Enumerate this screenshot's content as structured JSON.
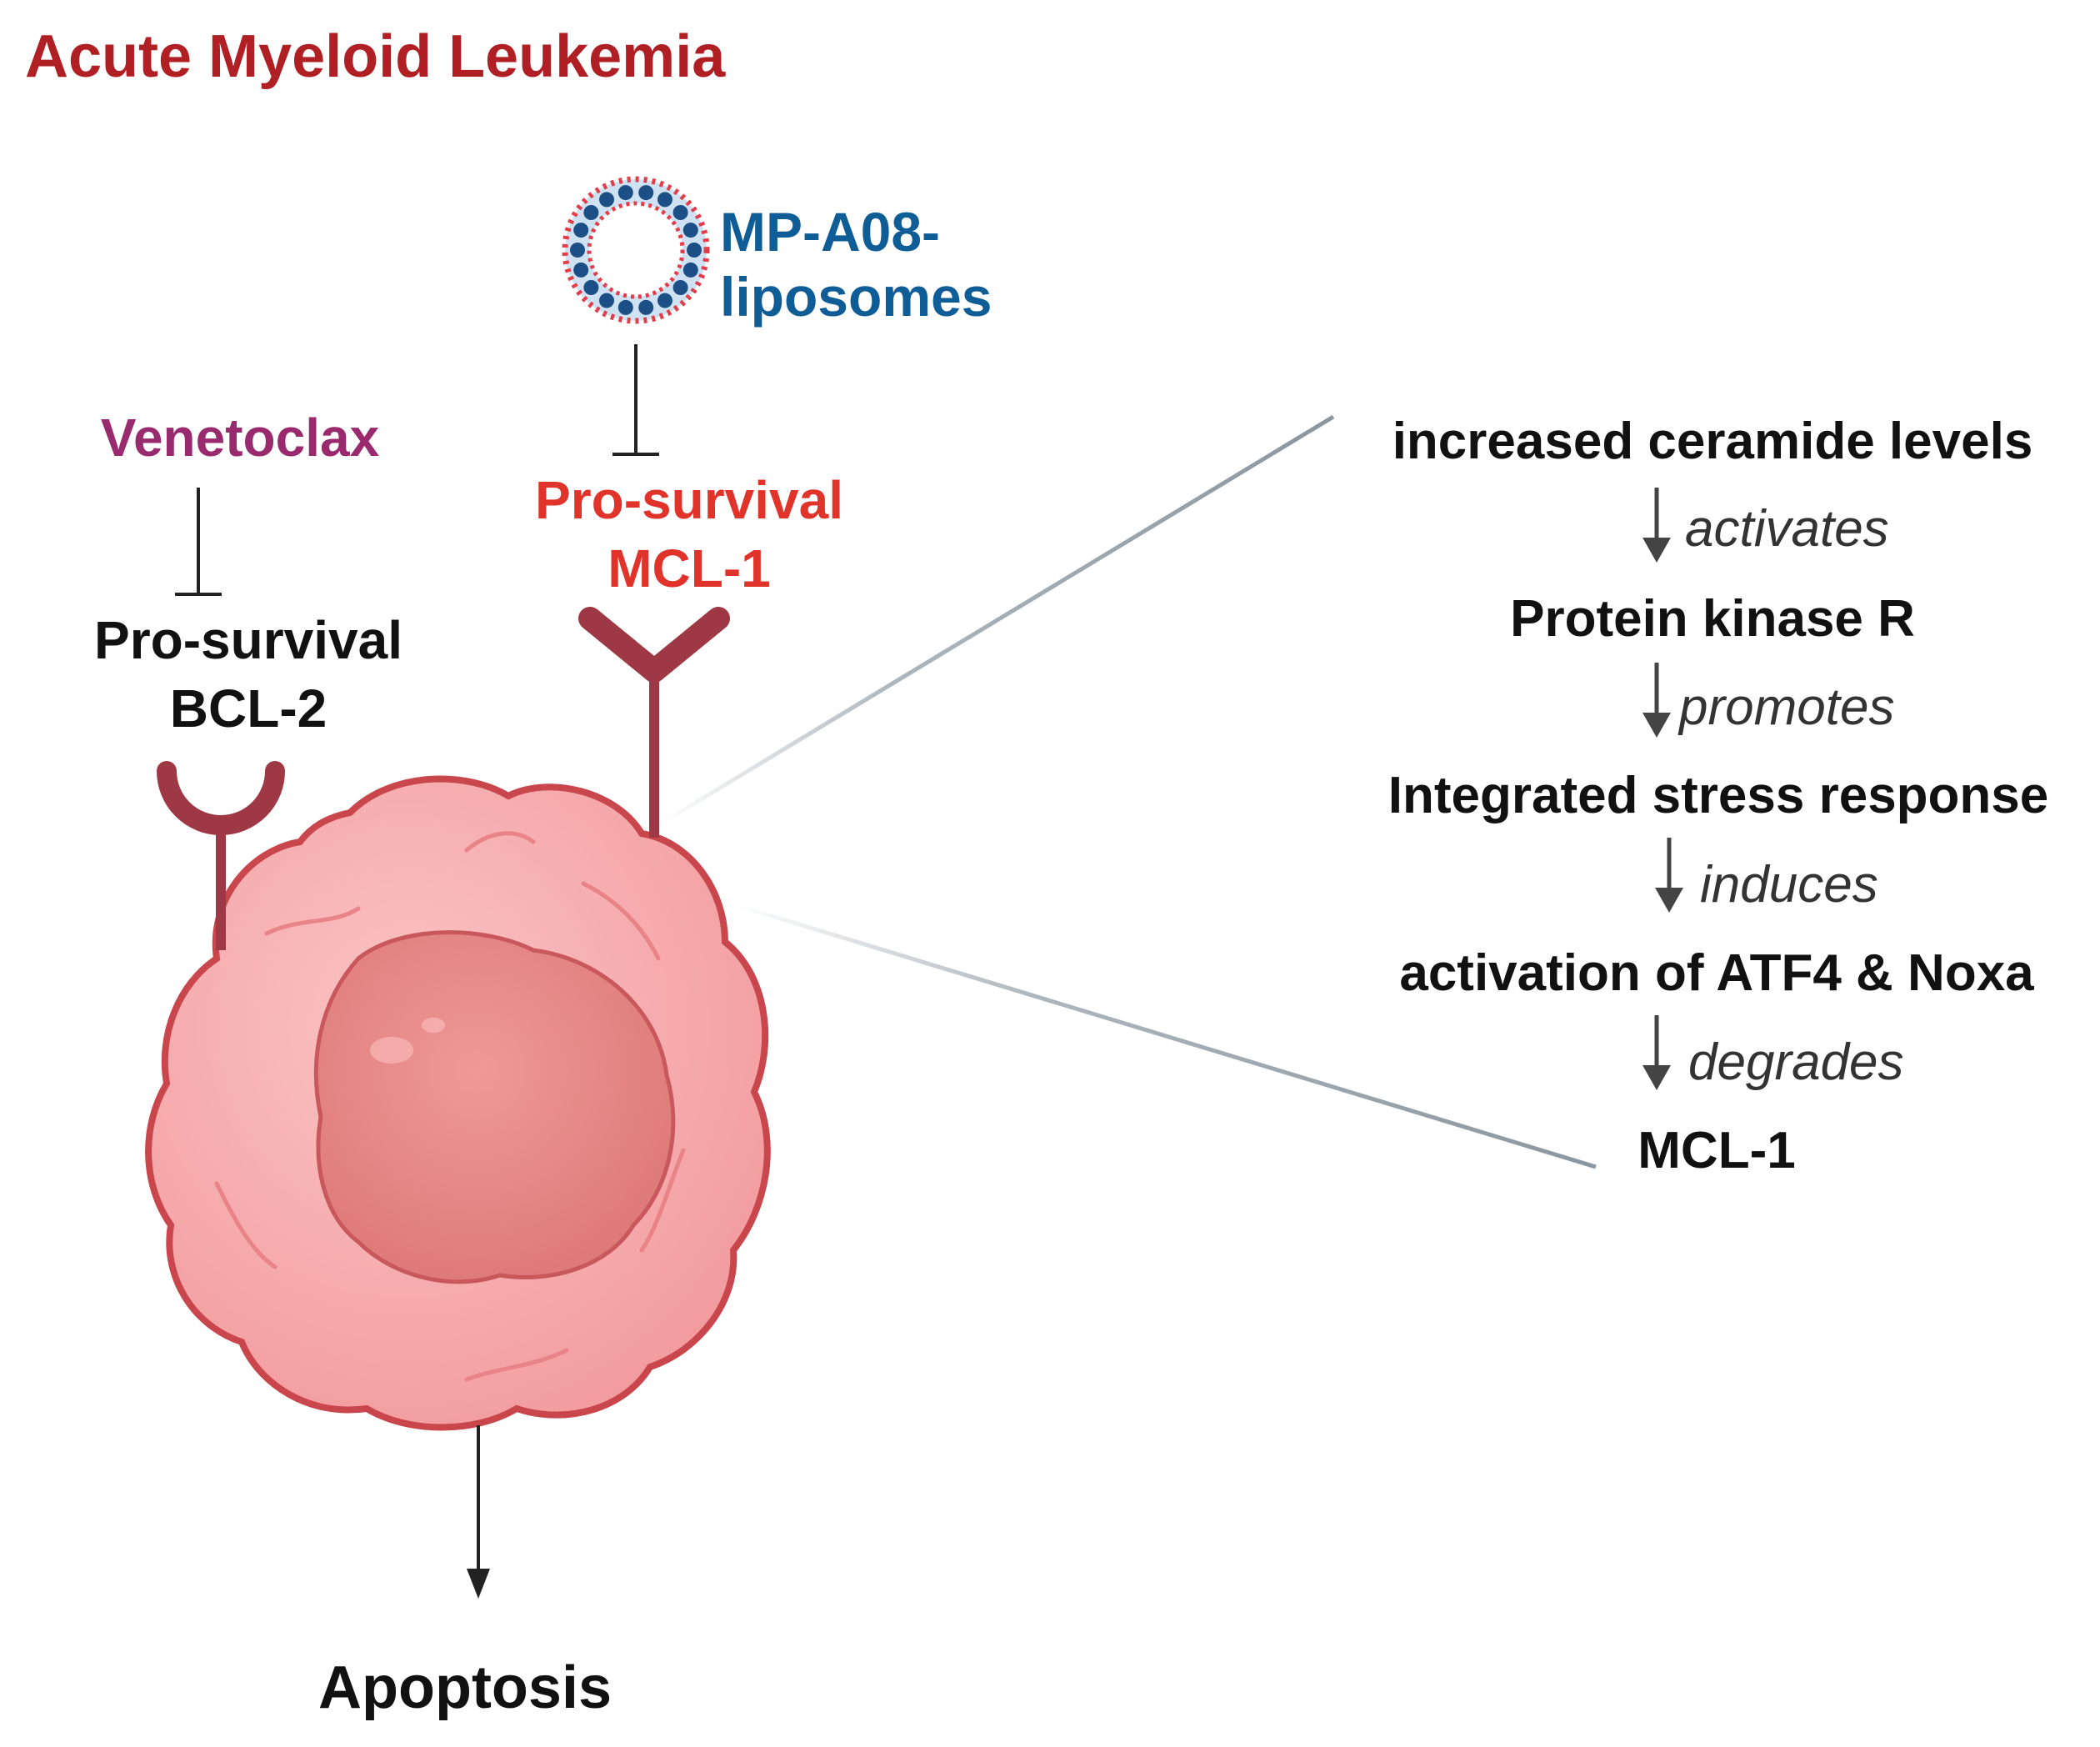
{
  "title": "Acute Myeloid Leukemia",
  "drugs": {
    "venetoclax": "Venetoclax",
    "liposome_line1": "MP-A08-",
    "liposome_line2": "liposomes"
  },
  "targets": {
    "bcl2_line1": "Pro-survival",
    "bcl2_line2": "BCL-2",
    "mcl1_line1": "Pro-survival",
    "mcl1_line2": "MCL-1"
  },
  "outcome": "Apoptosis",
  "pathway": {
    "steps": [
      "increased ceramide levels",
      "Protein kinase R",
      "Integrated stress response",
      "activation of ATF4 & Noxa",
      "MCL-1"
    ],
    "verbs": [
      "activates",
      "promotes",
      "induces",
      "degrades"
    ]
  },
  "colors": {
    "title": "#b01f24",
    "venetoclax": "#9a2a6e",
    "liposome": "#0f5d96",
    "mcl1": "#e0332a",
    "receptor": "#9e3845",
    "cell": "#f4a6a8",
    "nucleus": "#e3807f"
  }
}
